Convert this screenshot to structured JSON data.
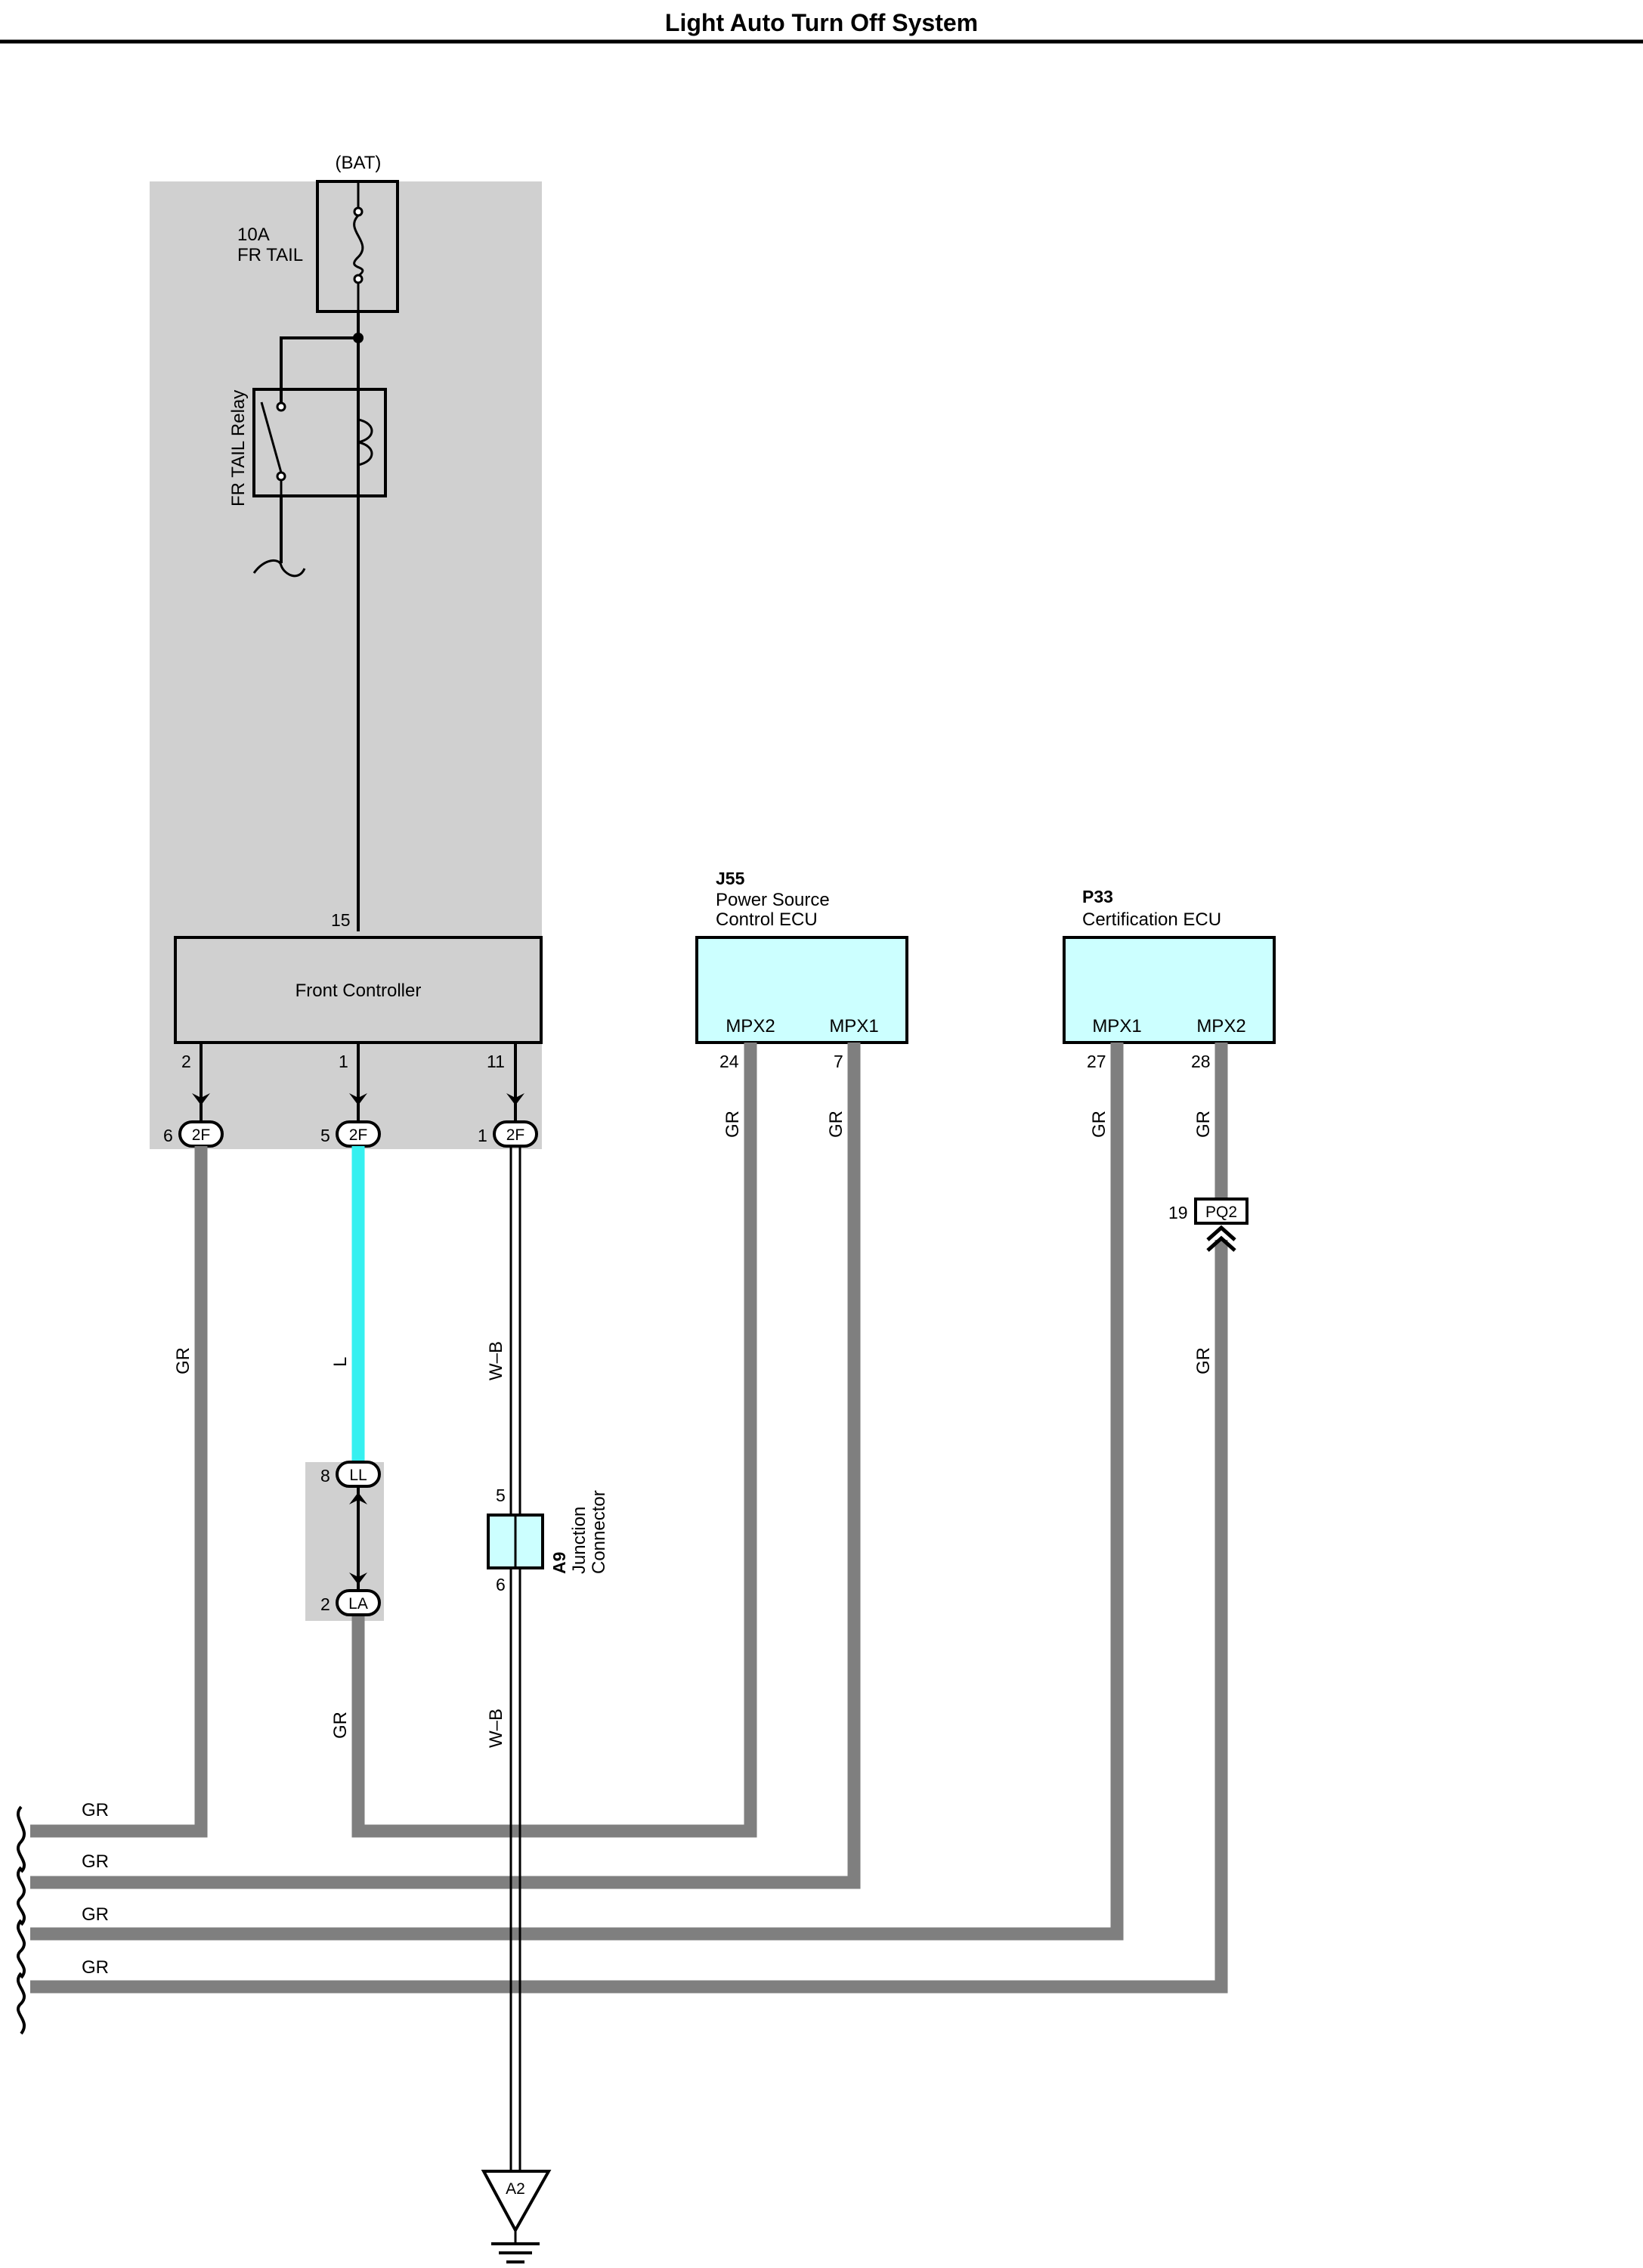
{
  "title": "Light Auto Turn Off System",
  "colors": {
    "gray_wire": "#7f7f7f",
    "blue_wire": "#36f0f0",
    "shade": "#d0d0d0",
    "ecu_fill": "#ccffff"
  },
  "power": {
    "source": "(BAT)",
    "fuse_rating": "10A",
    "fuse_name": "FR TAIL",
    "relay": "FR TAIL Relay"
  },
  "front_controller": {
    "name": "Front Controller",
    "pin_top": "15",
    "pins_bottom": [
      "2",
      "1",
      "11"
    ],
    "connectors": [
      {
        "pin": "6",
        "code": "2F"
      },
      {
        "pin": "5",
        "code": "2F"
      },
      {
        "pin": "1",
        "code": "2F"
      }
    ]
  },
  "ecu_j55": {
    "code": "J55",
    "name_line1": "Power Source",
    "name_line2": "Control ECU",
    "term1": "MPX2",
    "term2": "MPX1",
    "pin1": "24",
    "pin2": "7"
  },
  "ecu_p33": {
    "code": "P33",
    "name": "Certification ECU",
    "term1": "MPX1",
    "term2": "MPX2",
    "pin1": "27",
    "pin2": "28"
  },
  "connector_pq2": {
    "pin": "19",
    "code": "PQ2"
  },
  "connector_ll": {
    "pin": "8",
    "code": "LL"
  },
  "connector_la": {
    "pin": "2",
    "code": "LA"
  },
  "junction": {
    "code": "A9",
    "line1": "Junction",
    "line2": "Connector",
    "pin_top": "5",
    "pin_bottom": "6"
  },
  "ground": "A2",
  "wire_labels": {
    "gr": "GR",
    "l": "L",
    "wb": "W–B"
  },
  "bus_labels": [
    "GR",
    "GR",
    "GR",
    "GR"
  ]
}
